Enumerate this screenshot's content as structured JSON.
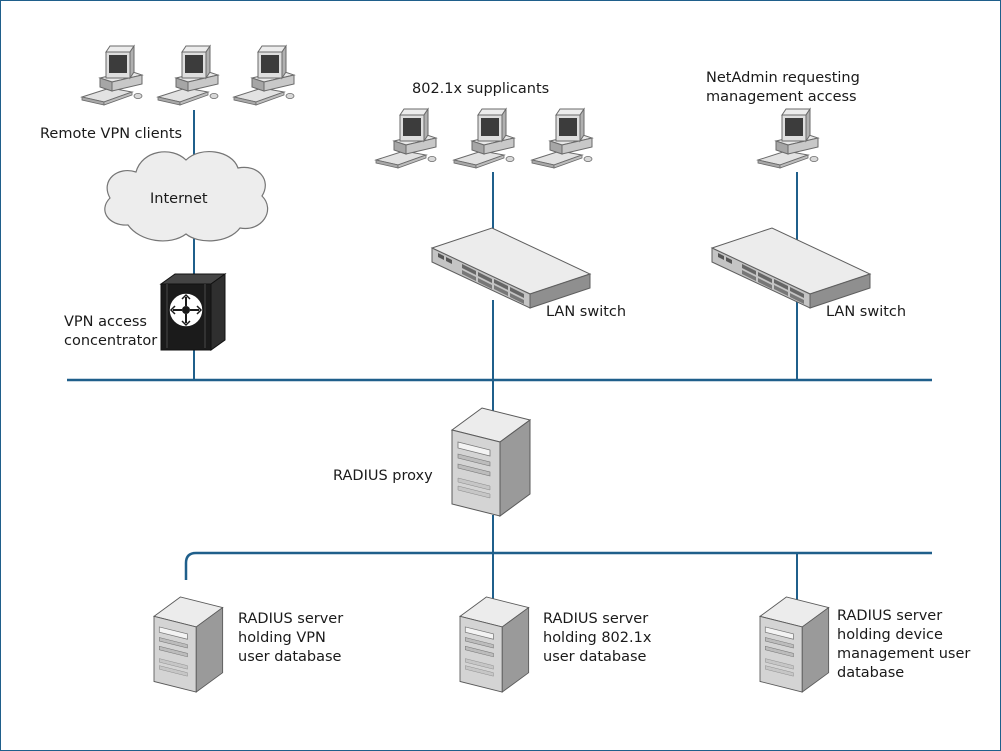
{
  "colors": {
    "network_line": "#1f5f8b",
    "border": "#1f5f8b",
    "device_light": "#e6e6e6",
    "device_mid": "#c4c4c4",
    "device_dark": "#8c8c8c",
    "screen": "#3c3c3c",
    "concentrator": "#1b1b1b"
  },
  "labels": {
    "remote_vpn_clients": "Remote VPN clients",
    "internet": "Internet",
    "vpn_access_concentrator": [
      "VPN access",
      "concentrator"
    ],
    "supplicants": "802.1x supplicants",
    "netadmin": [
      "NetAdmin requesting",
      "management access"
    ],
    "lan_switch_1": "LAN switch",
    "lan_switch_2": "LAN switch",
    "radius_proxy": "RADIUS proxy",
    "radius_vpn": [
      "RADIUS server",
      "holding VPN",
      "user database"
    ],
    "radius_8021x": [
      "RADIUS server",
      "holding 802.1x",
      "user database"
    ],
    "radius_mgmt": [
      "RADIUS server",
      "holding device",
      "management user",
      "database"
    ]
  },
  "icons": {
    "workstation": "desktop-computer-icon",
    "cloud": "internet-cloud-icon",
    "switch": "network-switch-icon",
    "concentrator": "vpn-concentrator-icon",
    "server": "server-tower-icon"
  }
}
